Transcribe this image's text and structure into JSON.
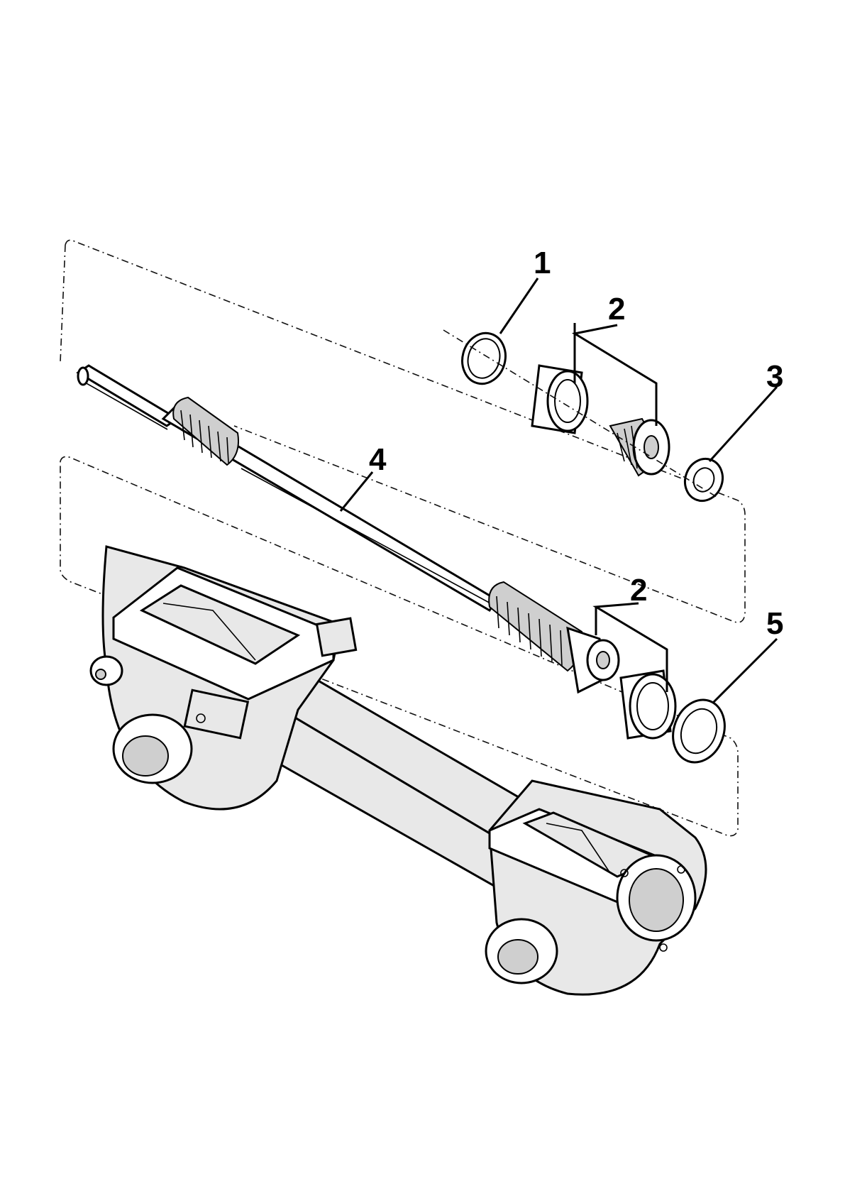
{
  "callouts": {
    "label_1": "1",
    "label_2_top": "2",
    "label_3": "3",
    "label_4": "4",
    "label_2_bottom": "2",
    "label_5": "5"
  },
  "parts": {
    "snap_ring_icon": "snap-ring",
    "bearing_cup_icon": "bearing-cup",
    "bearing_cone_icon": "bearing-cone",
    "shim_washer_icon": "shim-washer",
    "worm_shaft_icon": "worm-shaft",
    "axle_housing_icon": "axle-housing"
  },
  "colors": {
    "ink": "#000000",
    "paper": "#ffffff",
    "casting_shade": "#e8e8e8"
  }
}
